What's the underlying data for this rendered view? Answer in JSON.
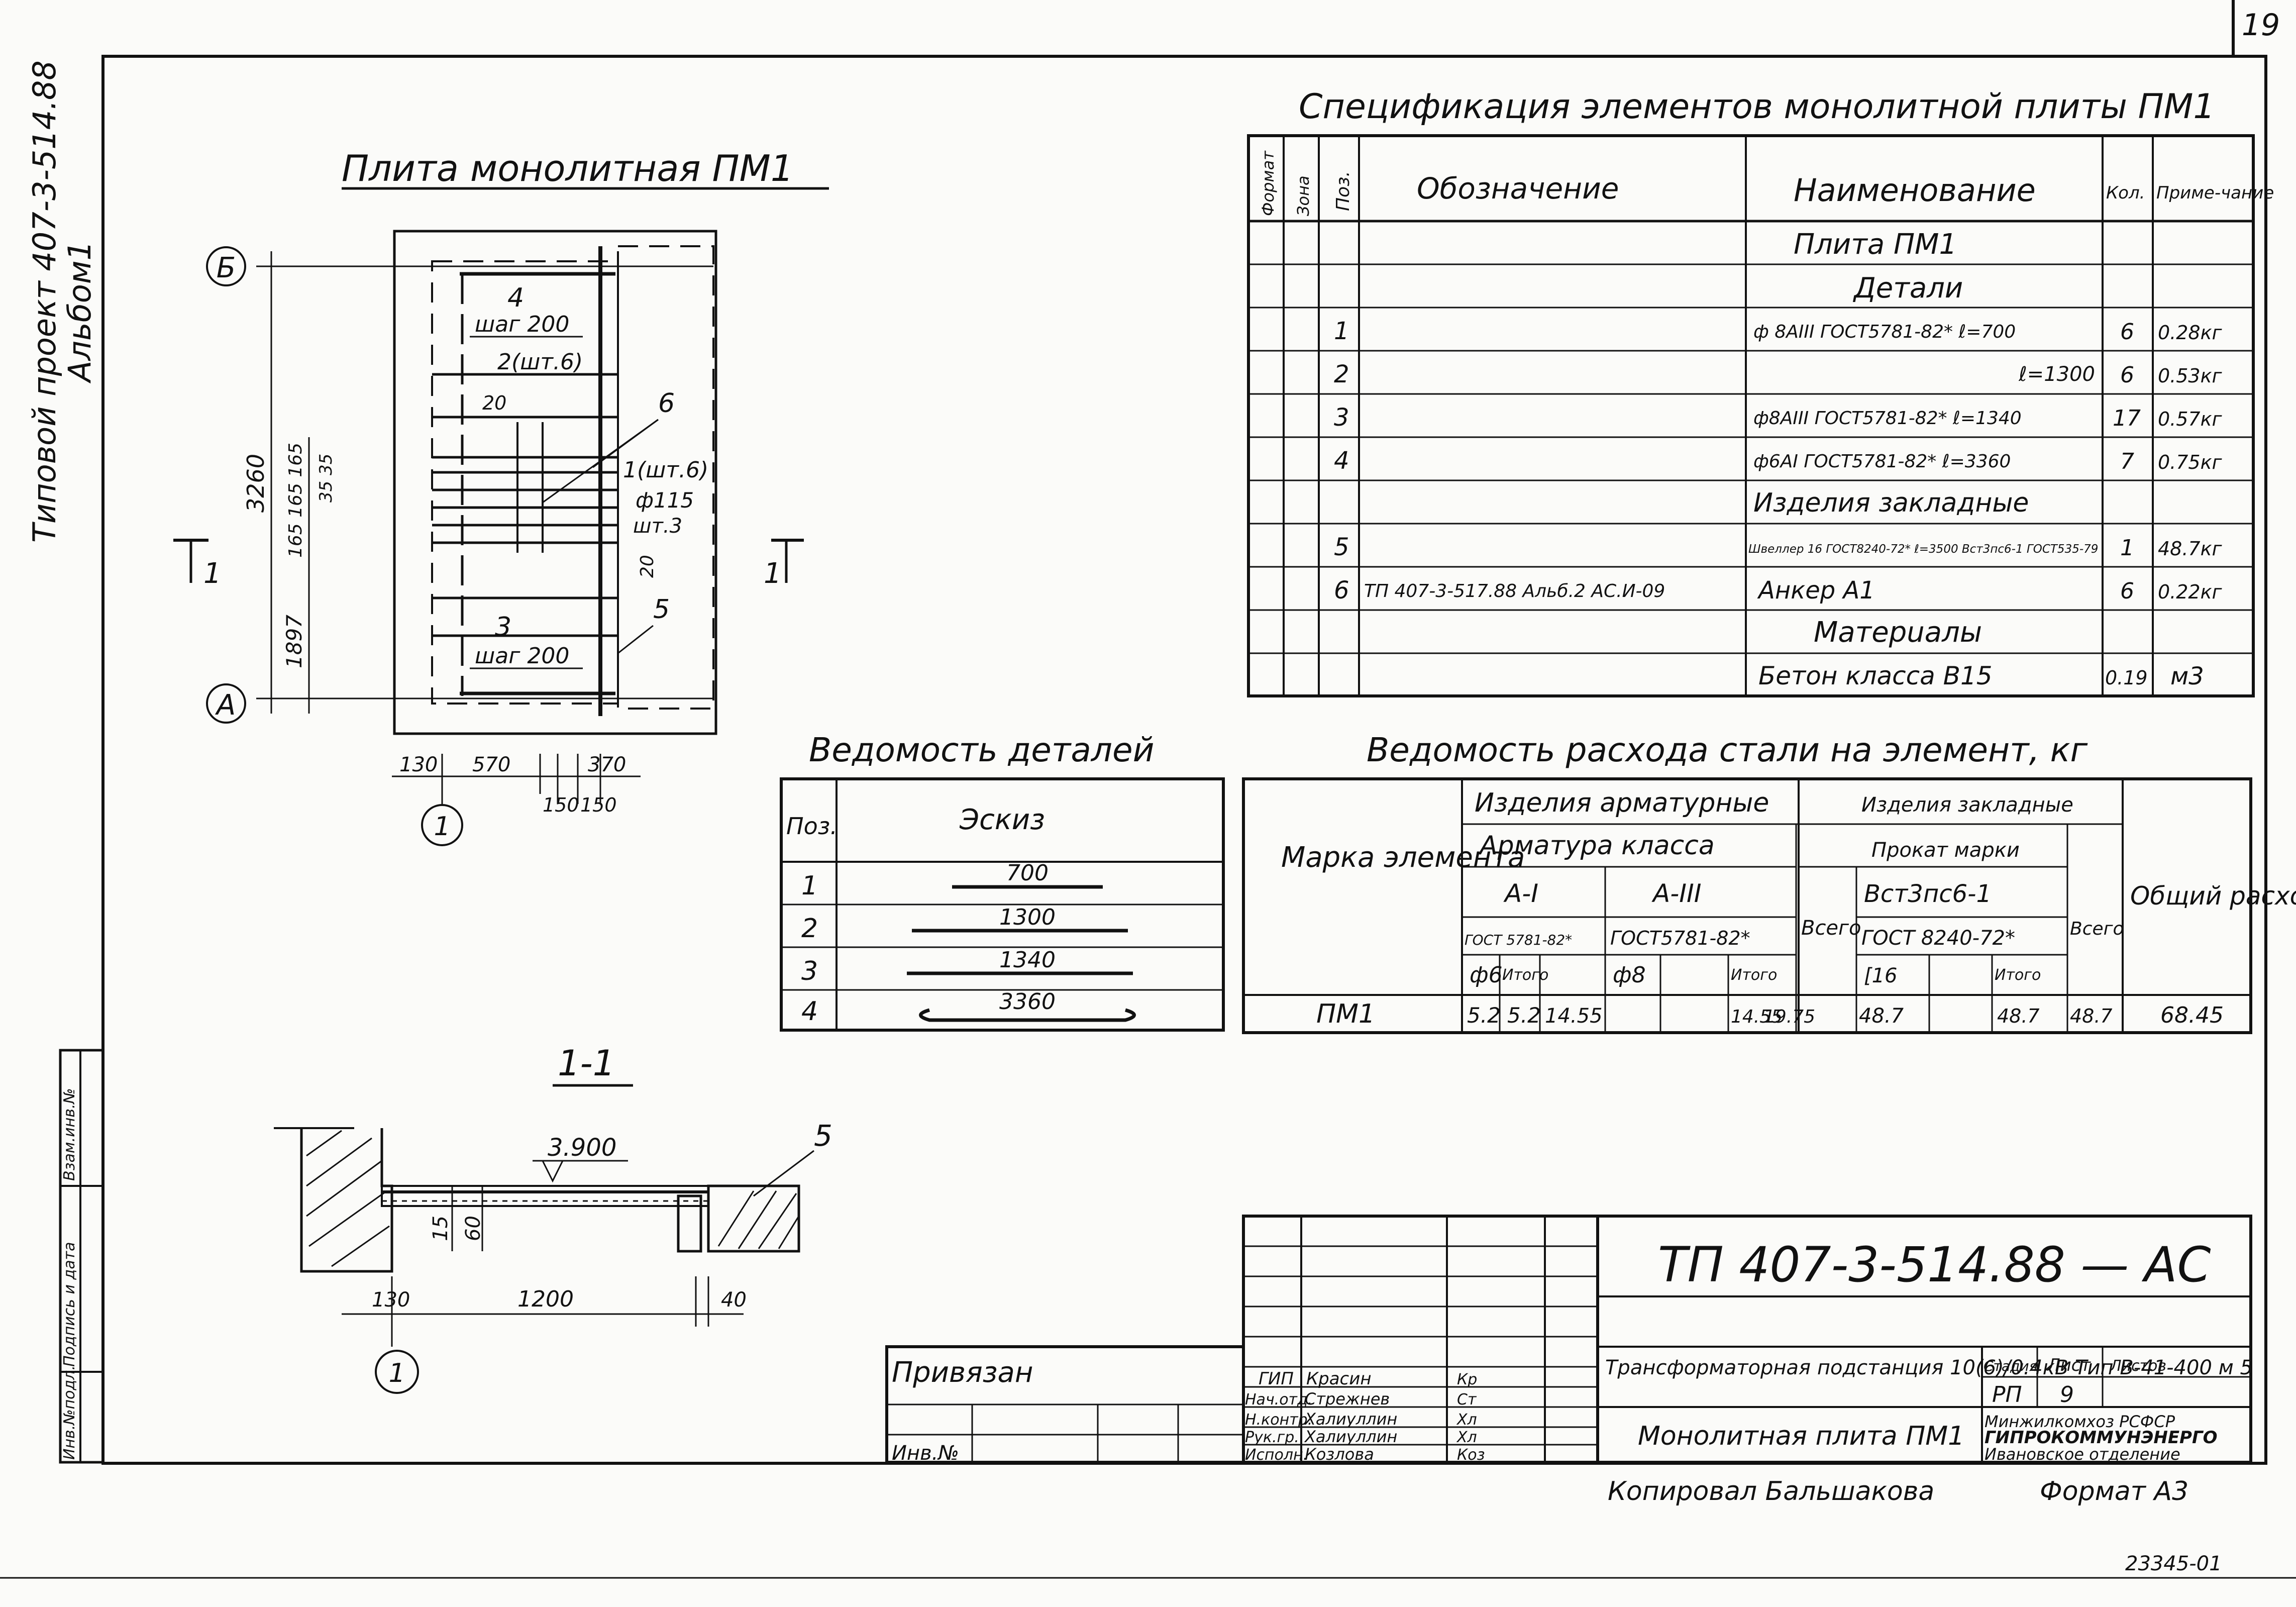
{
  "sheet": {
    "number": "19",
    "bottom_code": "23345-01",
    "copied_by": "Копировал Бальшакова",
    "format": "Формат А3"
  },
  "side_title": {
    "line1": "Типовой проект 407-3-514.88",
    "line2": "Альбом1"
  },
  "stamp_side": {
    "fields": [
      "Инв.№подл.",
      "Подпись и дата",
      "Взам.инв.№"
    ]
  },
  "plan": {
    "title": "Плита монолитная ПМ1",
    "axis_b": "Б",
    "axis_a": "А",
    "axis_1": "1",
    "section_mark": "1",
    "dim_total": "3260",
    "dim_lower": "1897",
    "dim_top_stack": "165 165 165",
    "dim_35": "35 35",
    "dims_bottom": [
      "130",
      "570",
      "370"
    ],
    "dims_bottom2": [
      "150",
      "150"
    ],
    "label_4": "4",
    "label_step_top": "шаг 200",
    "label_2": "2(шт.6)",
    "label_20a": "20",
    "label_6": "6",
    "label_1": "1(шт.6)",
    "label_phi": "ф115",
    "label_sht3": "шт.3",
    "label_20b": "20",
    "label_3": "3",
    "label_step_bottom": "шаг 200",
    "label_5": "5"
  },
  "section": {
    "title": "1-1",
    "level": "3.900",
    "label_5": "5",
    "dim_15": "15",
    "dim_60": "60",
    "dim_130": "130",
    "dim_1200": "1200",
    "dim_40": "40",
    "axis": "1"
  },
  "spec": {
    "title": "Спецификация элементов монолитной плиты ПМ1",
    "headers": [
      "Формат",
      "Зона",
      "Поз.",
      "Обозначение",
      "Наименование",
      "Кол.",
      "Приме-чание"
    ],
    "rows": [
      {
        "pos": "",
        "ref": "",
        "name": "Плита ПМ1",
        "qty": "",
        "note": ""
      },
      {
        "pos": "",
        "ref": "",
        "name": "Детали",
        "qty": "",
        "note": ""
      },
      {
        "pos": "1",
        "ref": "",
        "name": "ф 8АIII ГОСТ5781-82* ℓ=700",
        "qty": "6",
        "note": "0.28кг"
      },
      {
        "pos": "2",
        "ref": "",
        "name": "ℓ=1300",
        "qty": "6",
        "note": "0.53кг"
      },
      {
        "pos": "3",
        "ref": "",
        "name": "ф8АIII ГОСТ5781-82* ℓ=1340",
        "qty": "17",
        "note": "0.57кг"
      },
      {
        "pos": "4",
        "ref": "",
        "name": "ф6АI ГОСТ5781-82* ℓ=3360",
        "qty": "7",
        "note": "0.75кг"
      },
      {
        "pos": "",
        "ref": "",
        "name": "Изделия закладные",
        "qty": "",
        "note": ""
      },
      {
        "pos": "5",
        "ref": "",
        "name": "Швеллер 16 ГОСТ8240-72* ℓ=3500 Вст3пс6-1 ГОСТ535-79",
        "qty": "1",
        "note": "48.7кг"
      },
      {
        "pos": "6",
        "ref": "ТП 407-3-517.88 Альб.2 АС.И-09",
        "name": "Анкер А1",
        "qty": "6",
        "note": "0.22кг"
      },
      {
        "pos": "",
        "ref": "",
        "name": "Матерuалы",
        "qty": "",
        "note": ""
      },
      {
        "pos": "",
        "ref": "",
        "name": "Бетон класса В15",
        "qty": "0.19",
        "note": "м3"
      }
    ]
  },
  "details": {
    "title": "Ведомость деталей",
    "headers": [
      "Поз.",
      "Эскиз"
    ],
    "rows": [
      {
        "pos": "1",
        "len": "700"
      },
      {
        "pos": "2",
        "len": "1300"
      },
      {
        "pos": "3",
        "len": "1340"
      },
      {
        "pos": "4",
        "len": "3360"
      }
    ]
  },
  "steel": {
    "title": "Ведомость расхода стали на элемент, кг",
    "h_mark": "Марка элемента",
    "h_arm": "Изделия арматурные",
    "h_arm_class": "Арматура класса",
    "h_a1": "А-I",
    "h_a1_gost": "ГОСТ 5781-82*",
    "h_a3": "А-III",
    "h_a3_gost": "ГОСТ5781-82*",
    "h_phi6": "ф6",
    "h_itogo": "Итого",
    "h_phi8": "ф8",
    "h_vsego": "Всего",
    "h_zakl": "Изделия закладные",
    "h_prokat": "Прокат марки",
    "h_vst": "Вст3пс6-1",
    "h_gost8240": "ГОСТ 8240-72*",
    "h_c16": "[16",
    "h_total": "Общий расход",
    "row": {
      "mark": "ПМ1",
      "phi6": "5.2",
      "it1": "5.2",
      "phi8": "14.55",
      "blank": "",
      "it2": "14.55",
      "vs1": "19.75",
      "c16": "48.7",
      "it3": "48.7",
      "vs2": "48.7",
      "total": "68.45"
    }
  },
  "title_block": {
    "code": "ТП 407-3-514.88 — АС",
    "project": "Трансформаторная подстанция 10(6)/0.4кВ Тип В-41-400 м 5",
    "sheet_name": "Монолитная плита ПМ1",
    "stage_h": "Стадия",
    "sheet_h": "Лист",
    "sheets_h": "Листов",
    "stage": "РП",
    "sheet": "9",
    "sheets": "",
    "org1": "Минжилкомхоз РСФСР",
    "org2": "ГИПРОКОММУНЭНЕРГО",
    "org3": "Ивановское отделение",
    "privyazan": "Привязан",
    "inv": "Инв.№",
    "people": [
      {
        "role": "ГИП",
        "name": "Красин",
        "sign": "Кр"
      },
      {
        "role": "Нач.отд.",
        "name": "Стрежнев",
        "sign": "Ст"
      },
      {
        "role": "Н.контр.",
        "name": "Халиуллин",
        "sign": "Хл"
      },
      {
        "role": "Рук.гр.",
        "name": "Халиуллин",
        "sign": "Хл"
      },
      {
        "role": "Исполн.",
        "name": "Козлова",
        "sign": "Коз"
      }
    ]
  }
}
